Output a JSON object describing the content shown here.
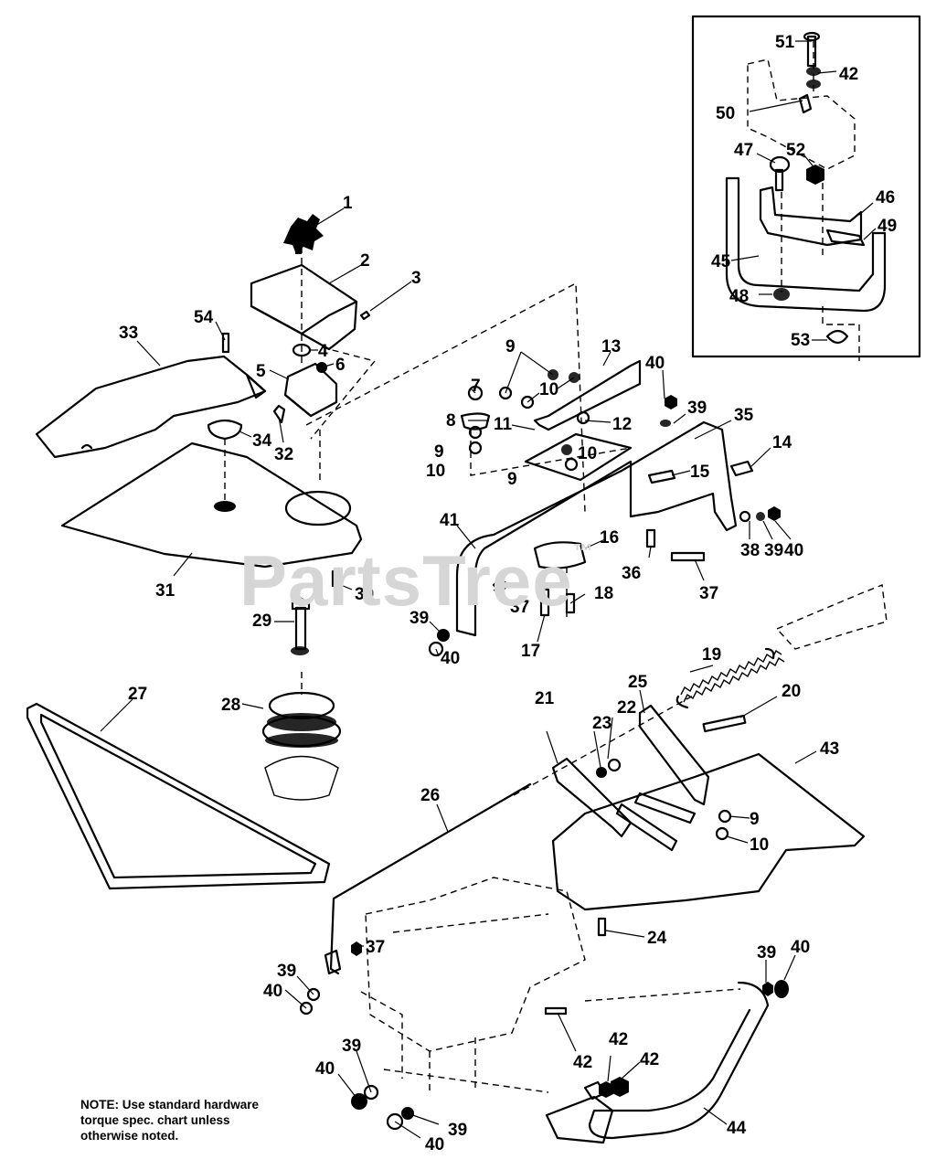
{
  "watermark": {
    "text": "PartsTree",
    "tm": "™"
  },
  "note": {
    "lines": [
      "NOTE: Use standard hardware",
      "torque spec. chart unless",
      "otherwise noted."
    ]
  },
  "callouts": {
    "c1": "1",
    "c2": "2",
    "c3": "3",
    "c4": "4",
    "c5": "5",
    "c6": "6",
    "c7": "7",
    "c8": "8",
    "c9a": "9",
    "c9b": "9",
    "c9c": "9",
    "c9d": "9",
    "c10a": "10",
    "c10b": "10",
    "c10c": "10",
    "c10d": "10",
    "c11": "11",
    "c12": "12",
    "c13": "13",
    "c14": "14",
    "c15": "15",
    "c16": "16",
    "c17": "17",
    "c18": "18",
    "c19": "19",
    "c20": "20",
    "c21": "21",
    "c22": "22",
    "c23": "23",
    "c24": "24",
    "c25": "25",
    "c26": "26",
    "c27": "27",
    "c28": "28",
    "c29": "29",
    "c30": "30",
    "c31": "31",
    "c32": "32",
    "c33": "33",
    "c34": "34",
    "c35": "35",
    "c36": "36",
    "c37a": "37",
    "c37b": "37",
    "c37c": "37",
    "c38": "38",
    "c39a": "39",
    "c39b": "39",
    "c39c": "39",
    "c39d": "39",
    "c39e": "39",
    "c39f": "39",
    "c40a": "40",
    "c40b": "40",
    "c40c": "40",
    "c40d": "40",
    "c40e": "40",
    "c40f": "40",
    "c40g": "40",
    "c41": "41",
    "c42a": "42",
    "c42b": "42",
    "c42c": "42",
    "c42d": "42",
    "c43": "43",
    "c44": "44",
    "c45": "45",
    "c46": "46",
    "c47": "47",
    "c48": "48",
    "c49": "49",
    "c50": "50",
    "c51": "51",
    "c52": "52",
    "c53": "53",
    "c54": "54"
  }
}
